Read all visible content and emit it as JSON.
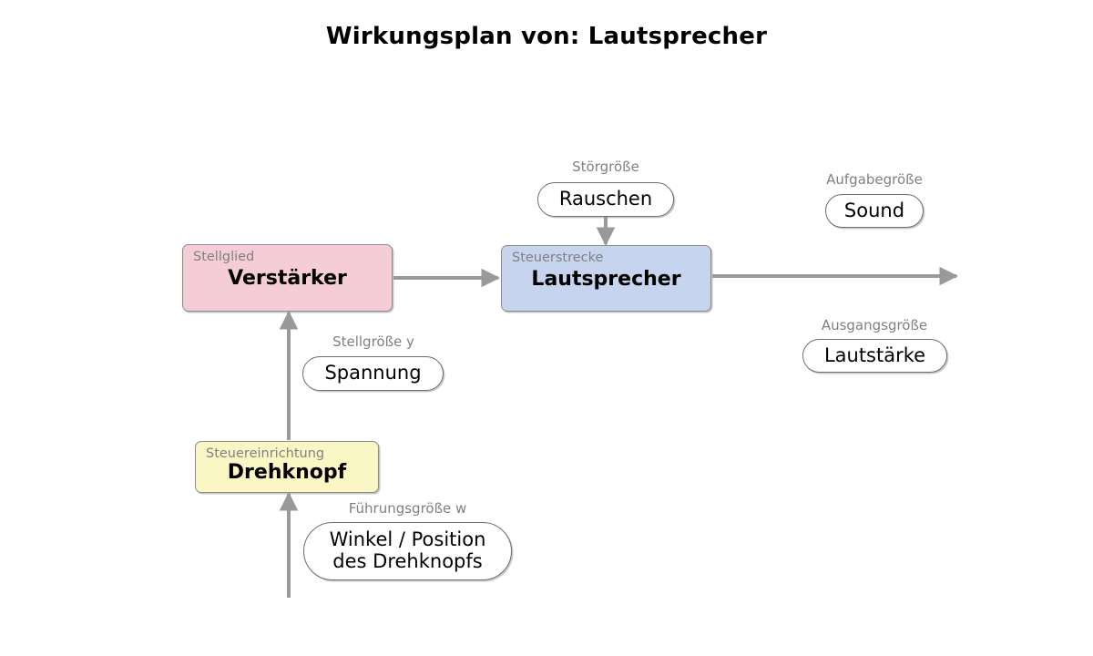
{
  "title": "Wirkungsplan von: Lautsprecher",
  "colors": {
    "actuator_fill": "#f5cdd7",
    "plant_fill": "#c6d4ee",
    "controller_fill": "#fbf7c4",
    "block_stroke": "#8c8c8c",
    "pill_stroke": "#6e6e6e",
    "arrow": "#999999",
    "label_text": "#808080",
    "name_text": "#000000"
  },
  "blocks": [
    {
      "kind": "Stellglied",
      "name": "Verstärker"
    },
    {
      "kind": "Steuerstrecke",
      "name": "Lautsprecher"
    },
    {
      "kind": "Steuereinrichtung",
      "name": "Drehknopf"
    }
  ],
  "signals": [
    {
      "label": "Störgröße",
      "value": "Rauschen"
    },
    {
      "label": "Aufgabegröße",
      "value": "Sound"
    },
    {
      "label": "Ausgangsgröße",
      "value": "Lautstärke"
    },
    {
      "label": "Stellgröße y",
      "value": "Spannung"
    },
    {
      "label": "Führungsgröße w",
      "value": "Winkel / Position\ndes Drehknopfs"
    }
  ]
}
